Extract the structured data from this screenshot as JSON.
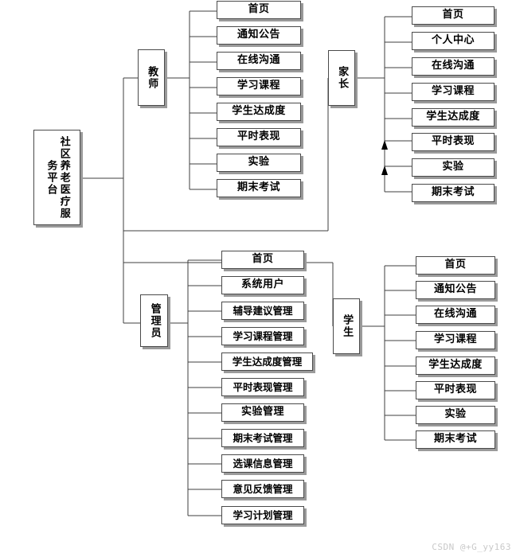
{
  "diagram": {
    "title_watermark": "CSDN @+G_yy163",
    "root": {
      "label": "社区养老医疗服务平台",
      "lines": [
        "社",
        "区",
        "养",
        "老",
        "医",
        "疗",
        "服",
        "务",
        "平",
        "台"
      ]
    },
    "branches": [
      {
        "key": "teacher",
        "node_label": "教师",
        "items": [
          "首页",
          "通知公告",
          "在线沟通",
          "学习课程",
          "学生达成度",
          "平时表现",
          "实验",
          "期末考试"
        ]
      },
      {
        "key": "parent",
        "node_label": "家长",
        "items": [
          "首页",
          "个人中心",
          "在线沟通",
          "学习课程",
          "学生达成度",
          "平时表现",
          "实验",
          "期末考试"
        ]
      },
      {
        "key": "admin",
        "node_label": "管理员",
        "items": [
          "首页",
          "系统用户",
          "辅导建议管理",
          "学习课程管理",
          "学生达成度管理",
          "平时表现管理",
          "实验管理",
          "期末考试管理",
          "选课信息管理",
          "意见反馈管理",
          "学习计划管理"
        ]
      },
      {
        "key": "student",
        "node_label": "学生",
        "items": [
          "首页",
          "通知公告",
          "在线沟通",
          "学习课程",
          "学生达成度",
          "平时表现",
          "实验",
          "期末考试"
        ]
      }
    ],
    "colors": {
      "border": "#4a4a4a",
      "shadow": "#9a9a9a",
      "line": "#3f3f3f",
      "watermark": "#c9c9c9",
      "background": "#ffffff"
    }
  }
}
